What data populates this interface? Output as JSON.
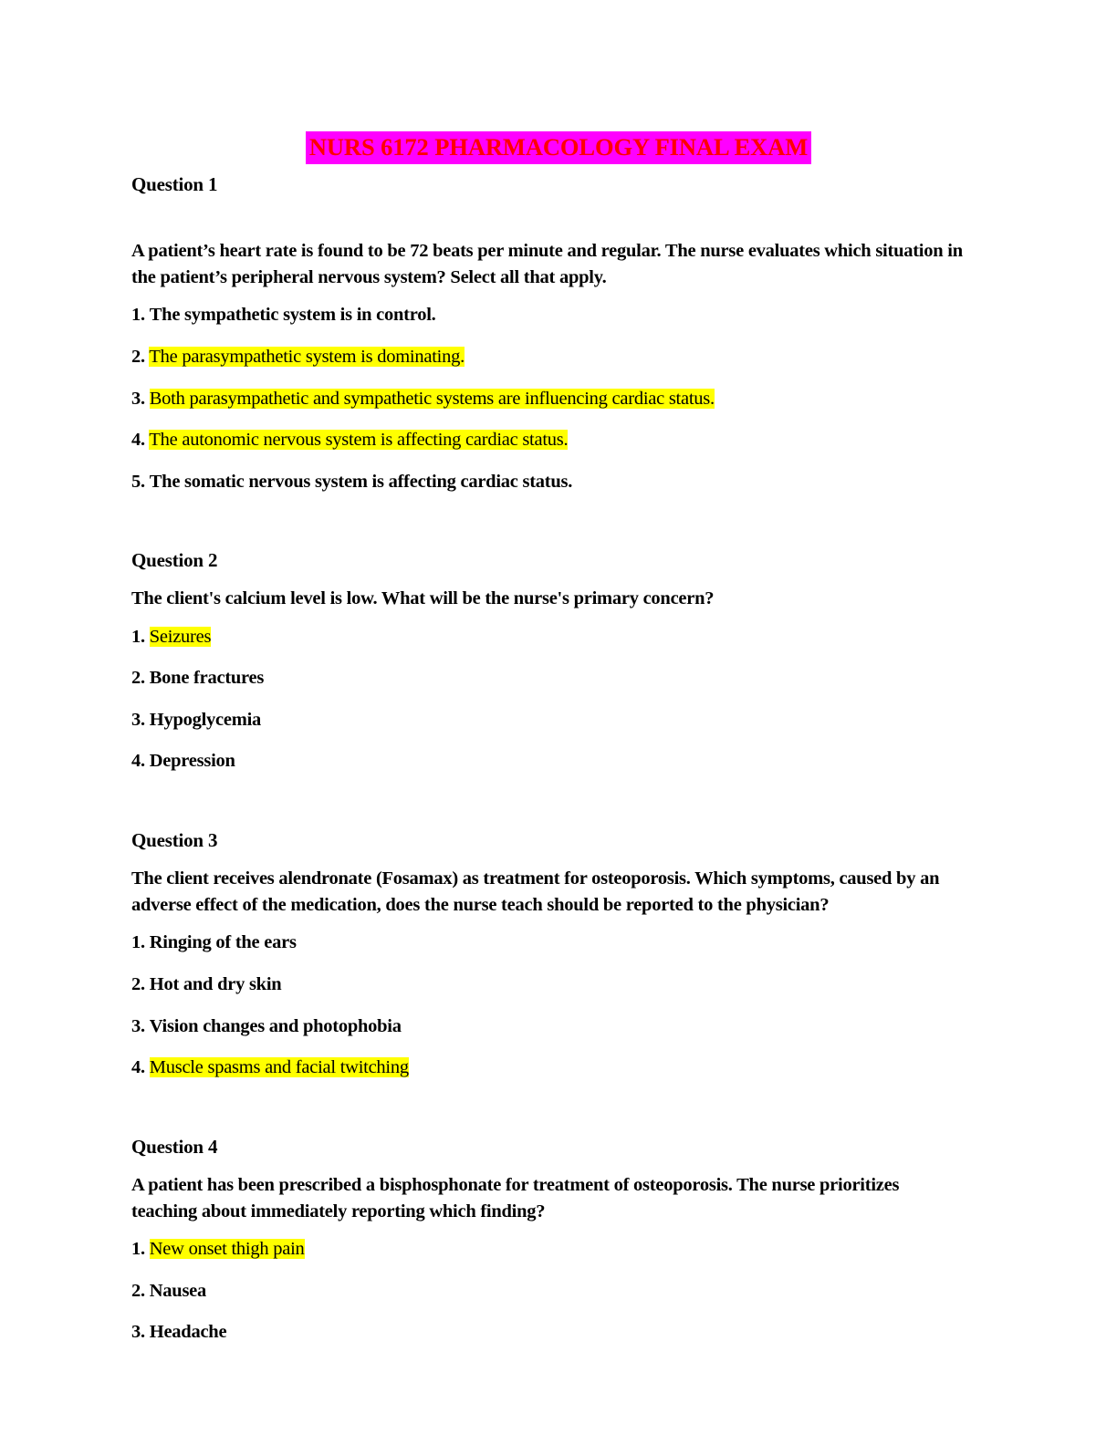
{
  "document": {
    "title": "NURS 6172 PHARMACOLOGY FINAL EXAM",
    "title_text_color": "#FF0000",
    "title_highlight_color": "#FF00FF",
    "highlight_color": "#FFFF00",
    "page_background": "#FFFFFF",
    "body_text_color": "#000000"
  },
  "questions": [
    {
      "heading": "Question 1",
      "prompt": "A patient’s heart rate is found to be 72 beats per minute and regular. The nurse evaluates which situation in the patient’s peripheral nervous system? Select all that apply.",
      "options": [
        {
          "num": "1.",
          "text": "The sympathetic system is in control.",
          "highlighted": false
        },
        {
          "num": "2.",
          "text": "The parasympathetic system is dominating.",
          "highlighted": true
        },
        {
          "num": "3.",
          "text": "Both parasympathetic and sympathetic systems are influencing cardiac status.",
          "highlighted": true
        },
        {
          "num": "4.",
          "text": "The autonomic nervous system is affecting cardiac status.",
          "highlighted": true
        },
        {
          "num": "5.",
          "text": "The somatic nervous system is affecting cardiac status.",
          "highlighted": false
        }
      ]
    },
    {
      "heading": "Question 2",
      "prompt": "The client's calcium level is low. What will be the nurse's primary concern?",
      "options": [
        {
          "num": "1.",
          "text": "Seizures",
          "highlighted": true
        },
        {
          "num": "2.",
          "text": "Bone fractures",
          "highlighted": false
        },
        {
          "num": "3.",
          "text": "Hypoglycemia",
          "highlighted": false
        },
        {
          "num": "4.",
          "text": "Depression",
          "highlighted": false
        }
      ]
    },
    {
      "heading": "Question 3",
      "prompt": "The client receives alendronate (Fosamax) as treatment for osteoporosis. Which symptoms, caused by an adverse effect of the medication, does the nurse teach should be reported to the physician?",
      "options": [
        {
          "num": "1.",
          "text": "Ringing of the ears",
          "highlighted": false
        },
        {
          "num": "2.",
          "text": "Hot and dry skin",
          "highlighted": false
        },
        {
          "num": "3.",
          "text": "Vision changes and photophobia",
          "highlighted": false
        },
        {
          "num": "4.",
          "text": "Muscle spasms and facial twitching",
          "highlighted": true
        }
      ]
    },
    {
      "heading": "Question 4",
      "prompt": "A patient has been prescribed a bisphosphonate for treatment of osteoporosis. The nurse prioritizes teaching about immediately reporting which finding?",
      "options": [
        {
          "num": "1.",
          "text": "New onset thigh pain",
          "highlighted": true
        },
        {
          "num": "2.",
          "text": "Nausea",
          "highlighted": false
        },
        {
          "num": "3.",
          "text": "Headache",
          "highlighted": false
        }
      ]
    }
  ]
}
